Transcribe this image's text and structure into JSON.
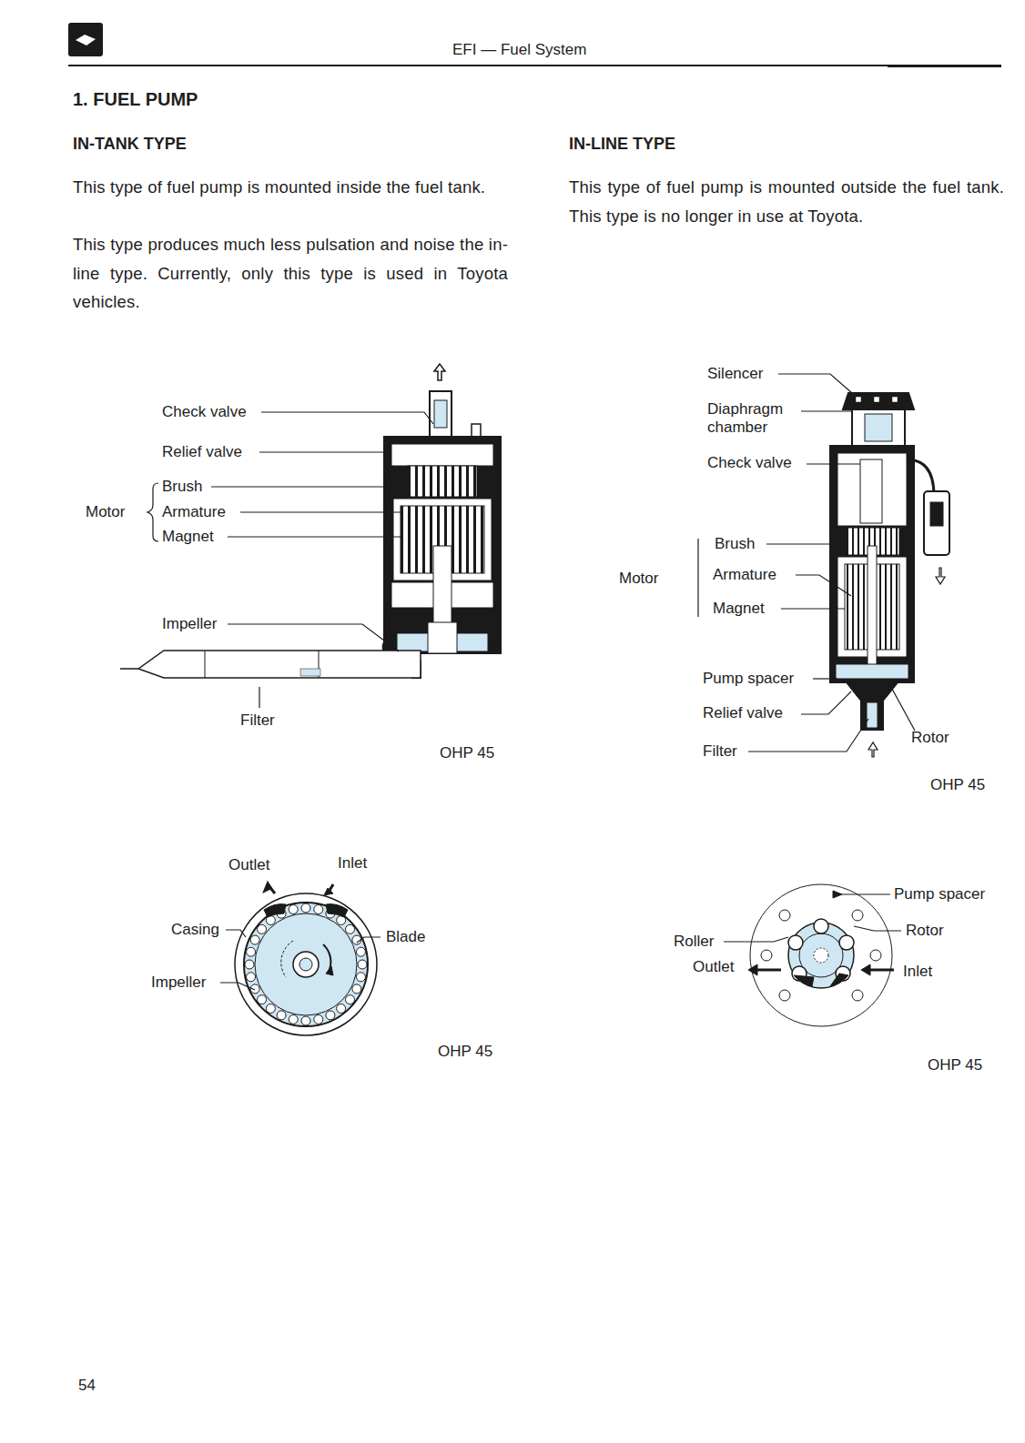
{
  "diagram": {
    "title": "1. FUEL PUMP",
    "labels": [
      "EFI — Fuel System",
      "IN-TANK TYPE",
      "This type of fuel pump is mounted inside the fuel tank.",
      "This type produces much less pulsation and noise the in-line type. Currently, only this type is used in Toyota vehicles.",
      "IN-LINE TYPE",
      "This type of fuel pump is mounted outside the fuel tank. This type is no longer in use at Toyota.",
      "Check valve",
      "Relief valve",
      "Brush",
      "Motor",
      "Armature",
      "Magnet",
      "Impeller",
      "Filter",
      "OHP 45",
      "Silencer",
      "Diaphragm chamber",
      "Check valve",
      "Motor",
      "Brush",
      "Armature",
      "Magnet",
      "Pump spacer",
      "Relief valve",
      "Filter",
      "Rotor",
      "OHP 45",
      "Outlet",
      "Inlet",
      "Casing",
      "Blade",
      "Impeller",
      "OHP 45",
      "Pump spacer",
      "Rotor",
      "Roller",
      "Outlet",
      "Inlet",
      "OHP 45",
      "54"
    ]
  }
}
